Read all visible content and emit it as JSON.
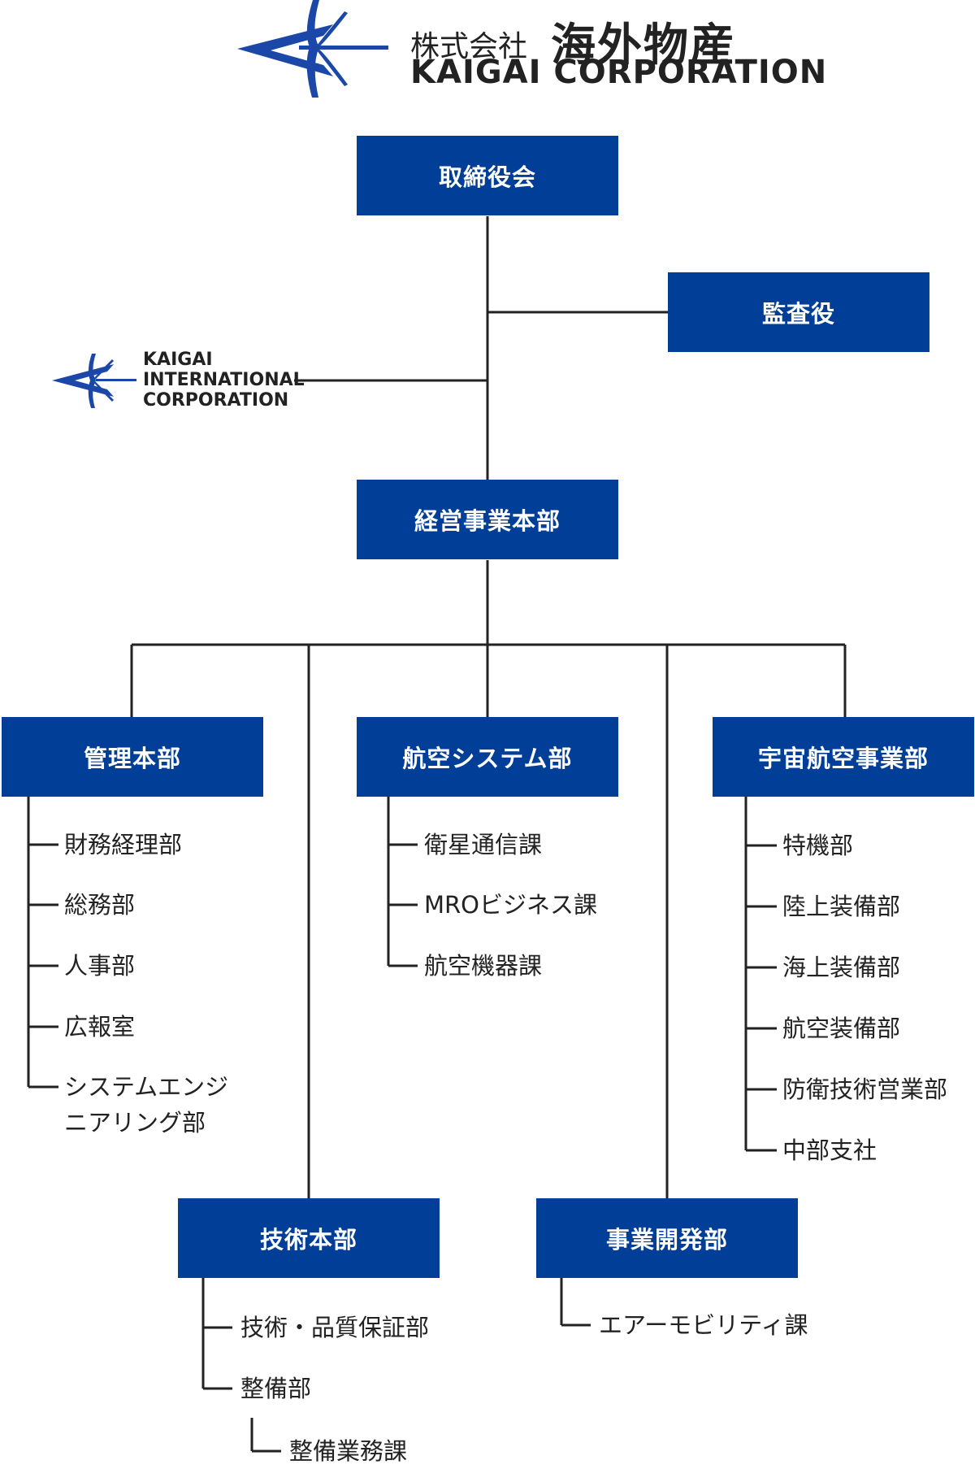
{
  "header": {
    "company_jp_prefix": "株式会社",
    "company_jp_name": "海外物産",
    "company_en": "KAIGAI  CORPORATION"
  },
  "affiliate": {
    "line1": "KAIGAI",
    "line2": "INTERNATIONAL",
    "line3": "CORPORATION"
  },
  "boxes": {
    "board": "取締役会",
    "auditor": "監査役",
    "exec": "経営事業本部",
    "admin": "管理本部",
    "aviation": "航空システム部",
    "space": "宇宙航空事業部",
    "tech": "技術本部",
    "bizdev": "事業開発部"
  },
  "admin_units": [
    "財務経理部",
    "総務部",
    "人事部",
    "広報室",
    "システムエンジ",
    "ニアリング部"
  ],
  "aviation_units": [
    "衛星通信課",
    "MROビジネス課",
    "航空機器課"
  ],
  "space_units": [
    "特機部",
    "陸上装備部",
    "海上装備部",
    "航空装備部",
    "防衛技術営業部",
    "中部支社"
  ],
  "tech_units": [
    "技術・品質保証部",
    "整備部"
  ],
  "tech_subunit": "整備業務課",
  "bizdev_units": [
    "エアーモビリティ課"
  ],
  "colors": {
    "box_fill": "#003e98",
    "line": "#222222",
    "logo_blue": "#1a47a8"
  }
}
